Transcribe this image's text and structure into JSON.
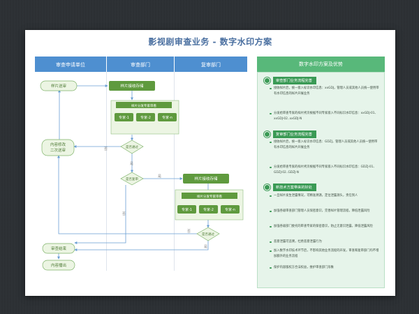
{
  "slide": {
    "title": "影视剧审查业务 - 数字水印方案"
  },
  "swimlanes": {
    "lane1": "审查申请单位",
    "lane2": "审查部门",
    "lane3": "复审部门"
  },
  "flow": {
    "sample_submit": "样片送审",
    "sample_receive_store": "样片接收存储",
    "distribute_experts": "样片分发专家审看",
    "expert1": "专家-1",
    "expert2": "专家-2",
    "expertn": "专家-n",
    "passed_q": "是否通过",
    "review_q": "是否复审",
    "modify": "内容修改\n二次送审",
    "re_receive_store": "样片接收存储",
    "re_distribute": "样片分发专家审看",
    "re_expert1": "专家-1",
    "re_expert2": "专家-2",
    "re_expertn": "专家-n",
    "re_passed_q": "是否通过",
    "end": "审查结束",
    "broadcast": "内容播出",
    "yes": "是",
    "no": "否"
  },
  "panel": {
    "title": "数字水印方案及优势",
    "section1": {
      "heading": "审查部门业务流程完善",
      "bullets": [
        "接收样片后，统一嵌入标识水印信息：xxGDJ，管理人员或其他人员统一使用带有水印信息的样片开展业务",
        "分发给审查专家的样片拷贝根据不同专家嵌入不同标识水印信息：xxGDJ-01、xxGDJ-02..xxGDJ-N"
      ]
    },
    "section2": {
      "heading": "复审部门业务流程完善",
      "bullets": [
        "接收样片后，统一嵌入标识水印信息：GDZJ，管理人员或其他人员统一使用带有水印信息的样片开展业务",
        "分发给审查专家的样片拷贝根据不同专家嵌入不同标识水印信息：GDZJ-01、GDZJ-02..GDZJ-N"
      ]
    },
    "section3": {
      "heading": "新技术方案带来的好处",
      "bullets": [
        "一旦样片发生泄露情况，可精准溯源，定位泄露源头，责任到人",
        "加强各级审查部门管理人员保密意识，完善样片管理流程，降低泄露风险",
        "加强各级部门委托的审查专家的保密意识，防止无意识泄露，降低泄露风险",
        "恶意泄露可追溯，杜绝恶意泄露行为",
        "加入数字水印技术环节后，不影响其他业务流程的开发，审查和复审部门均不增加额外的业务流程",
        "保护内容版权方合法权益，维护审查部门形象"
      ]
    }
  },
  "colors": {
    "lane_header": "#4e8fd0",
    "node_green": "#5f9a3e",
    "light_green": "#ecf5e3",
    "panel_green": "#58b87a",
    "arrow_blue": "#6a9fd4"
  }
}
